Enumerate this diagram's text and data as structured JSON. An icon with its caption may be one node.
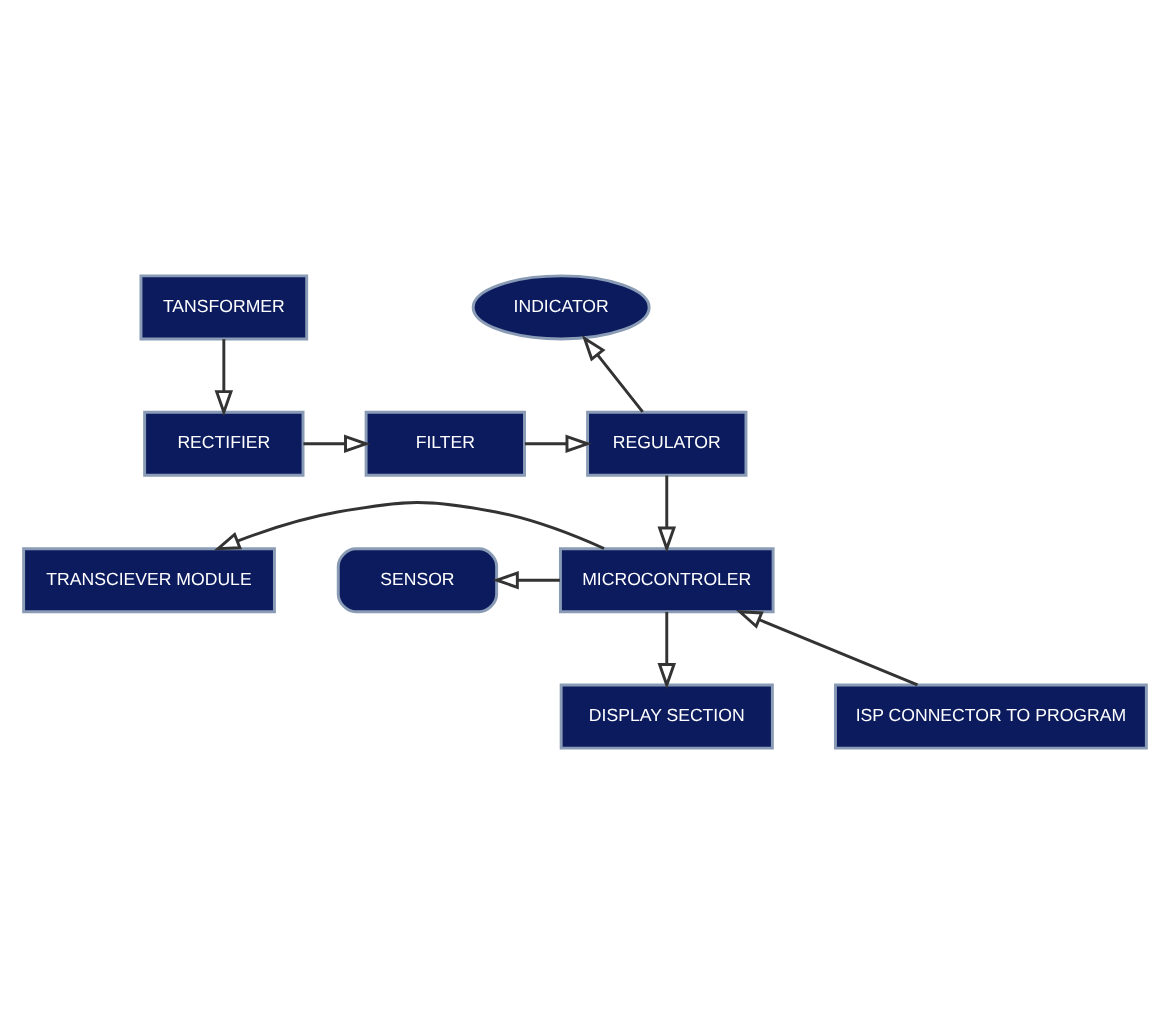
{
  "diagram": {
    "nodes": [
      {
        "text": [
          "TANSFORMER"
        ]
      },
      {
        "text": [
          "RECTIFIER"
        ]
      },
      {
        "text": [
          "FILTER"
        ]
      },
      {
        "text": [
          "REGULATOR"
        ]
      },
      {
        "text": [
          "INDICATOR"
        ]
      },
      {
        "text": [
          "TRANSCIEVER MODULE"
        ]
      },
      {
        "text": [
          "MICROCONTROLER"
        ]
      },
      {
        "text": [
          "SENSOR"
        ]
      },
      {
        "text": [
          "DISPLAY SECTION"
        ]
      },
      {
        "text": [
          "ISP CONNECTOR TO PROGRAM"
        ]
      }
    ],
    "edges": [
      {
        "from": 0,
        "to": 1,
        "arrow": "to"
      },
      {
        "from": 1,
        "to": 2,
        "arrow": "to"
      },
      {
        "from": 2,
        "to": 3,
        "arrow": "to"
      },
      {
        "from": 3,
        "to": 4,
        "arrow": "to"
      },
      {
        "from": 3,
        "to": 6,
        "arrow": "to"
      },
      {
        "from": 6,
        "to": 5,
        "arrow": "to"
      },
      {
        "from": 6,
        "to": 8,
        "arrow": "to"
      },
      {
        "from": 6,
        "to": 7,
        "arrow": "to"
      },
      {
        "from": 9,
        "to": 6,
        "arrow": "to"
      }
    ]
  }
}
